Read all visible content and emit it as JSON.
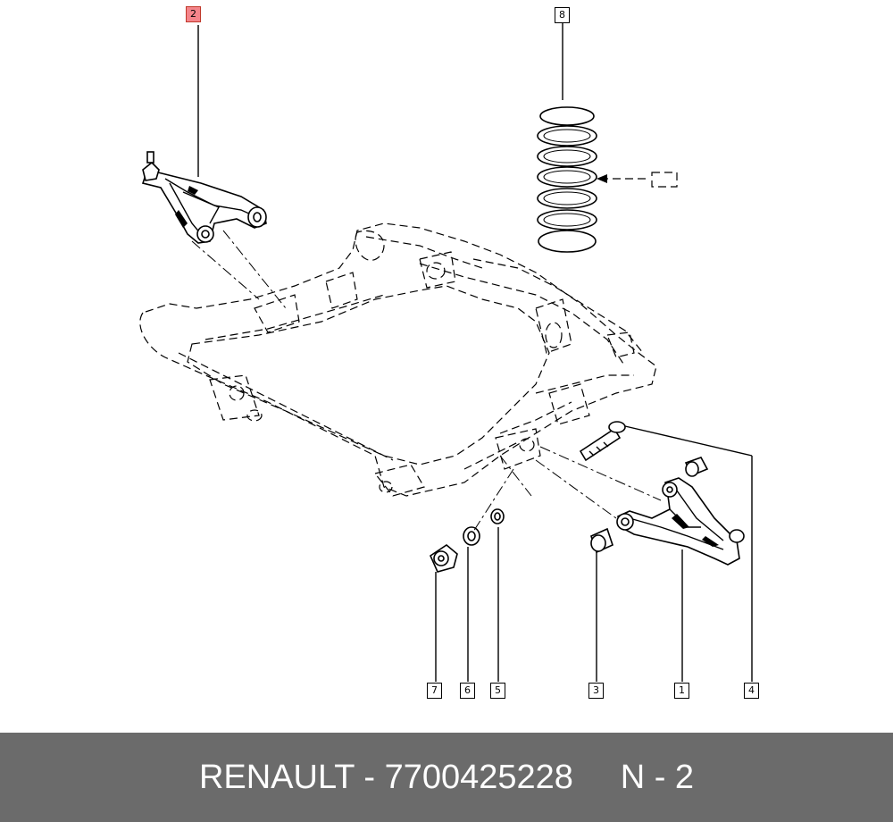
{
  "labels": {
    "p1": "1",
    "p2": "2",
    "p3": "3",
    "p4": "4",
    "p5": "5",
    "p6": "6",
    "p7": "7",
    "p8": "8"
  },
  "footer": {
    "text": "RENAULT - 7700425228     N - 2"
  },
  "colors": {
    "highlight": "#f4858b",
    "footer_bg": "#6b6b6b",
    "footer_text": "#ffffff"
  }
}
